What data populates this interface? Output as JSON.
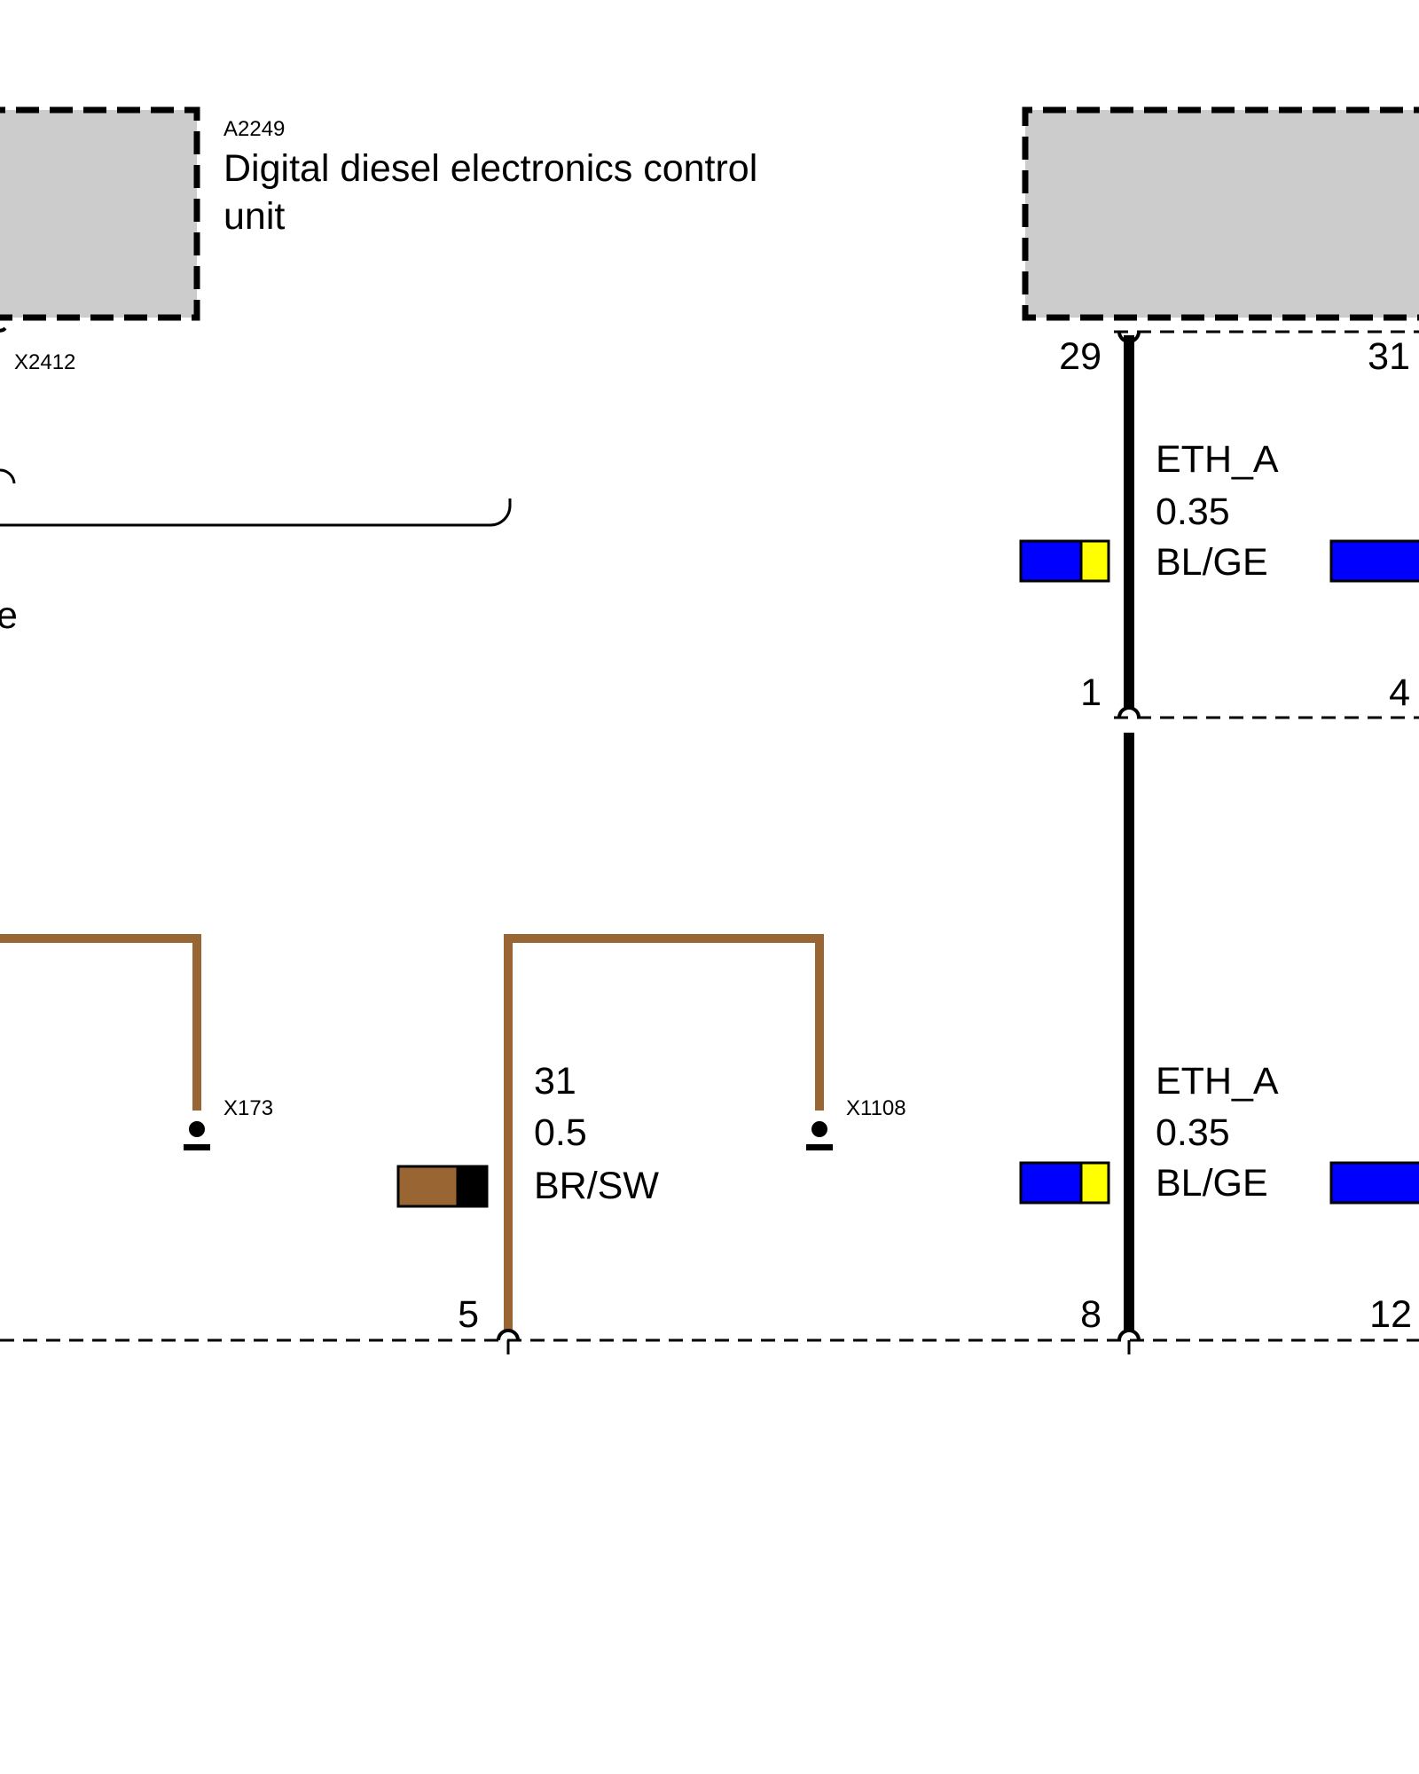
{
  "components": {
    "a2249": {
      "ref": "A2249",
      "title_line1": "Digital diesel electronics control",
      "title_line2": "unit",
      "connector": "X2412"
    },
    "partial_left_text": "e"
  },
  "pins": {
    "p29": "29",
    "p31": "31",
    "p1": "1",
    "p4": "4",
    "p5": "5",
    "p8": "8",
    "p12": "12"
  },
  "wires": {
    "eth_upper": {
      "signal": "ETH_A",
      "size": "0.35",
      "color_code": "BL/GE"
    },
    "eth_lower": {
      "signal": "ETH_A",
      "size": "0.35",
      "color_code": "BL/GE"
    },
    "ground": {
      "signal": "31",
      "size": "0.5",
      "color_code": "BR/SW"
    }
  },
  "grounds": {
    "g1": "X173",
    "g2": "X1108"
  },
  "colors": {
    "component_fill": "#cccccc",
    "brown_wire": "#996633",
    "blue": "#0000ff",
    "yellow": "#ffff00",
    "black": "#000000"
  }
}
